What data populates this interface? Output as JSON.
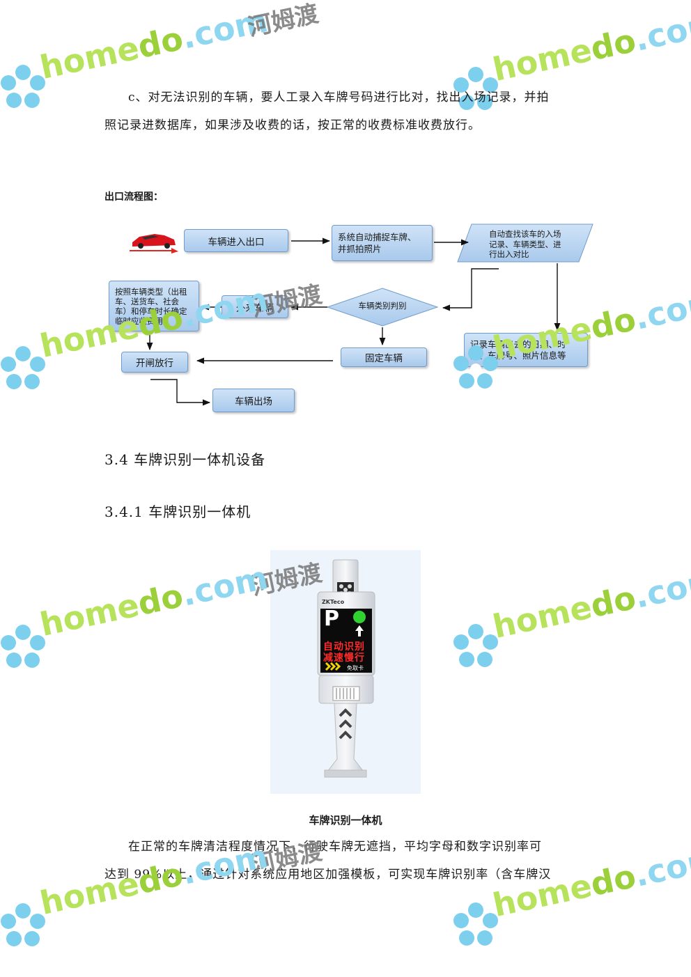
{
  "paragraph_c": {
    "line1": "c、对无法识别的车辆，要人工录入车牌号码进行比对，找出入场记录，并拍",
    "line2": "照记录进数据库，如果涉及收费的话，按正常的收费标准收费放行。"
  },
  "flow_title": "出口流程图：",
  "flowchart": {
    "enter_exit": "车辆进入出口",
    "capture": [
      "系统自动捕捉车牌、",
      "并抓拍照片"
    ],
    "lookup": [
      "自动查找该车的入场",
      "记录、车辆类型、进",
      "行出入对比"
    ],
    "fee_rule": [
      "按照车辆类型（出租",
      "车、送货车、社会",
      "车）和停车时长确定",
      "临时应收费用"
    ],
    "visitor": "外来车辆",
    "classify": "车辆类别判别",
    "open_gate": "开闸放行",
    "fixed": "固定车辆",
    "record": [
      "记录车辆出去的日期、时",
      "间、车牌号、照片信息等"
    ],
    "vehicle_out": "车辆出场"
  },
  "section_3_4": "3.4 车牌识别一体机设备",
  "section_3_4_1": "3.4.1 车牌识别一体机",
  "device": {
    "brand": "ZKTeco",
    "parking_letter": "P",
    "screen_line1": "自动识别",
    "screen_line2": "减速慢行",
    "screen_line3": "免取卡"
  },
  "caption": "车牌识别一体机",
  "paragraph_body": {
    "line1": "在正常的车牌清洁程度情况下，行驶车牌无遮挡，平均字母和数字识别率可",
    "line2": "达到 99%以上，通过针对系统应用地区加强模板，可实现车牌识别率（含车牌汉"
  },
  "watermark": {
    "brand_home": "home",
    "brand_do": "do",
    "brand_com": ".com",
    "brand_cn": "河姆渡"
  },
  "colors": {
    "box_fill": "#b8d4f1",
    "box_border": "#6f9ccc",
    "watermark_green": "#b7e35c",
    "watermark_blue": "#8fd7f0"
  }
}
